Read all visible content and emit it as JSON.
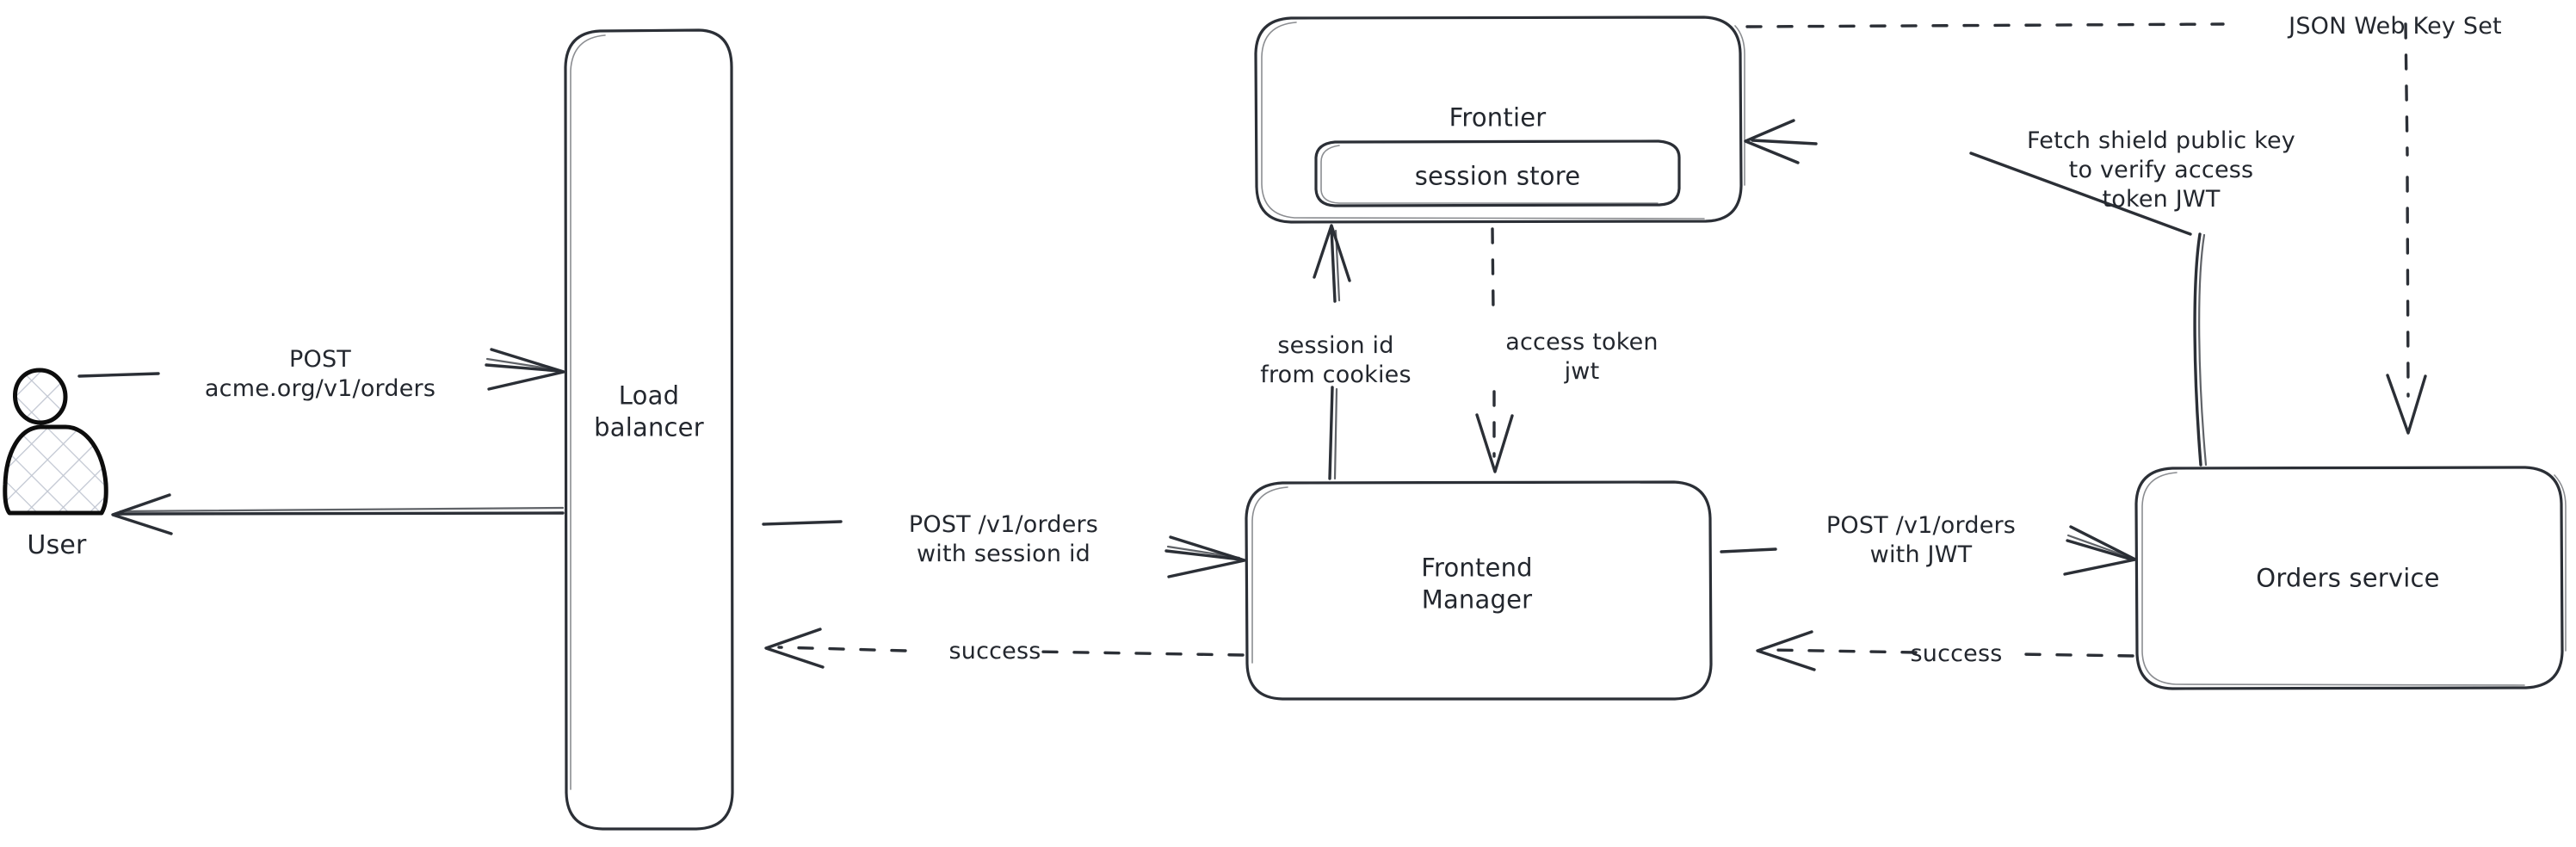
{
  "diagram": {
    "title": "Order request authentication flow",
    "style": "hand-drawn whiteboard sketch",
    "background_color": "#ffffff",
    "stroke_color": "#2b2f36",
    "text_color": "#23272e"
  },
  "actors": {
    "user": {
      "label": "User",
      "icon": "person-icon"
    }
  },
  "nodes": [
    {
      "id": "load_balancer",
      "label": "Load\nbalancer",
      "shape": "rounded-rect-tall"
    },
    {
      "id": "frontier",
      "label": "Frontier",
      "shape": "rounded-rect"
    },
    {
      "id": "session_store",
      "label": "session store",
      "shape": "rounded-rect-inner"
    },
    {
      "id": "frontend_manager",
      "label": "Frontend\nManager",
      "shape": "rounded-rect"
    },
    {
      "id": "orders_service",
      "label": "Orders service",
      "shape": "rounded-rect"
    }
  ],
  "edges": [
    {
      "id": "user-to-lb",
      "from": "user",
      "to": "load_balancer",
      "label": "POST\nacme.org/v1/orders",
      "style": "solid",
      "direction": "right"
    },
    {
      "id": "lb-to-user",
      "from": "load_balancer",
      "to": "user",
      "label": "",
      "style": "solid",
      "direction": "left"
    },
    {
      "id": "lb-to-fm",
      "from": "load_balancer",
      "to": "frontend_manager",
      "label": "POST /v1/orders\nwith session id",
      "style": "solid",
      "direction": "right"
    },
    {
      "id": "fm-to-lb",
      "from": "frontend_manager",
      "to": "load_balancer",
      "label": "success",
      "style": "dashed",
      "direction": "left"
    },
    {
      "id": "fm-to-frontier",
      "from": "frontend_manager",
      "to": "frontier",
      "label": "session id\nfrom cookies",
      "style": "solid",
      "direction": "up"
    },
    {
      "id": "frontier-to-fm",
      "from": "frontier",
      "to": "frontend_manager",
      "label": "access token\njwt",
      "style": "dashed",
      "direction": "down"
    },
    {
      "id": "fm-to-orders",
      "from": "frontend_manager",
      "to": "orders_service",
      "label": "POST /v1/orders\nwith JWT",
      "style": "solid",
      "direction": "right"
    },
    {
      "id": "orders-to-fm",
      "from": "orders_service",
      "to": "frontend_manager",
      "label": "success",
      "style": "dashed",
      "direction": "left"
    },
    {
      "id": "orders-to-frontier",
      "from": "orders_service",
      "to": "frontier",
      "label": "Fetch shield public key\nto verify access\ntoken JWT",
      "style": "solid",
      "direction": "left"
    },
    {
      "id": "frontier-to-orders",
      "from": "frontier",
      "to": "orders_service",
      "label": "JSON Web Key Set",
      "style": "dashed",
      "direction": "down"
    }
  ],
  "labels": {
    "user": "User",
    "load_balancer_line1": "Load",
    "load_balancer_line2": "balancer",
    "frontier": "Frontier",
    "session_store": "session store",
    "frontend_manager_line1": "Frontend",
    "frontend_manager_line2": "Manager",
    "orders_service": "Orders service",
    "post_acme_line1": "POST",
    "post_acme_line2": "acme.org/v1/orders",
    "post_orders_session_line1": "POST /v1/orders",
    "post_orders_session_line2": "with session id",
    "success_left": "success",
    "session_id_line1": "session id",
    "session_id_line2": "from cookies",
    "access_token_line1": "access token",
    "access_token_line2": "jwt",
    "post_orders_jwt_line1": "POST /v1/orders",
    "post_orders_jwt_line2": "with JWT",
    "success_right": "success",
    "fetch_key_line1": "Fetch shield public key",
    "fetch_key_line2": "to verify access",
    "fetch_key_line3": "token JWT",
    "jwks": "JSON Web Key Set"
  }
}
